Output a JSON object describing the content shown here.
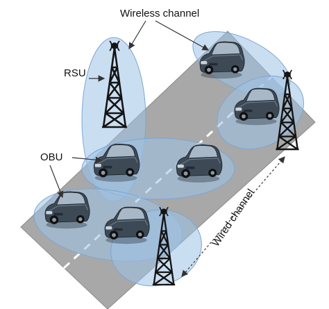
{
  "labels": {
    "wireless": "Wireless channel",
    "rsu": "RSU",
    "obu": "OBU",
    "wired": "Wired channel"
  },
  "colors": {
    "road": "#a8a8a8",
    "road_edge": "#8a8a8a",
    "lane_marking": "#ffffff",
    "coverage_fill": "#9fc3e6",
    "coverage_stroke": "#7aa6d3",
    "tower": "#141414",
    "car_body": "#3d4a56",
    "car_glass": "#a9b8c6",
    "arrow": "#333333"
  },
  "icons": {
    "car": "car-icon",
    "tower": "rsu-tower-icon"
  }
}
